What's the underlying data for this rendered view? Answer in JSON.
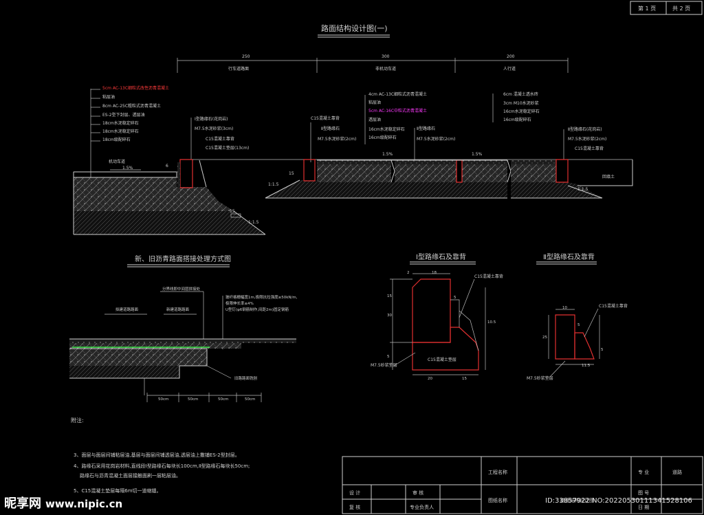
{
  "sheet": {
    "page_label": "第 1 页",
    "total_label": "共 2 页"
  },
  "main_title": "路面结构设计图(一)",
  "top_dims": {
    "d1": "250",
    "d2": "300",
    "d3": "200"
  },
  "zones": {
    "z1": "行车道路面",
    "z2": "非机动车道",
    "z3": "人行道"
  },
  "left_layers": {
    "l0": "5cm AC-13C细粒式改性沥青混凝土",
    "l1": "粘层油",
    "l2": "8cm AC-25C粗粒式沥青混凝土",
    "l3": "ES-2型下封层、透层油",
    "l4": "18cm水泥稳定碎石",
    "l5": "18cm水泥稳定碎石",
    "l6": "18cm级配碎石"
  },
  "left_curb": {
    "c0": "Ⅰ型路缘石(花岗岩)",
    "c1": "M7.5水泥砂浆(3cm)",
    "c2": "C15混凝土靠背",
    "c3": "C15混凝土垫层(13cm)"
  },
  "left_labels": {
    "slope_name": "机动车道",
    "slope": "1.5%",
    "dim6": "6",
    "dim15": "15",
    "ratio": "1:1.5"
  },
  "mid_layers": {
    "m0": "4cm AC-13C细粒式沥青混凝土",
    "m1": "粘层油",
    "m2": "5cm AC-16C中粒式沥青混凝土",
    "m3": "透层油",
    "m4": "16cm水泥稳定碎石",
    "m5": "16cm级配碎石"
  },
  "mid_curb": {
    "c0": "C15混凝土靠背",
    "c1": "Ⅱ型路缘石",
    "c2": "M7.5水泥砂浆(2cm)",
    "c3": "Ⅱ型路缘石",
    "c4": "M7.5水泥砂浆(2cm)"
  },
  "mid_labels": {
    "slope": "1.5%",
    "slope2": "1.5%",
    "dim15": "15",
    "ratio": "1:1.5"
  },
  "right_layers": {
    "r0": "6cm 混凝土透水砖",
    "r1": "3cm M10水泥砂浆",
    "r2": "16cm水泥稳定碎石",
    "r3": "16cm级配碎石"
  },
  "right_curb": {
    "c0": "Ⅱ型路缘石(花岗岩)",
    "c1": "M7.5水泥砂浆(2cm)",
    "c2": "C15混凝土靠背"
  },
  "right_labels": {
    "ground": "回填土",
    "ratio": "1:1.5"
  },
  "joint": {
    "title": "新、旧沥青路面搭接处理方式图",
    "note_top": "分界线即中间层拼接处",
    "old_road": "拟建道路路面",
    "new_road": "新建道路路面",
    "spec1": "玻纤格栅幅宽1m,极限抗拉强度≥50kN/m,",
    "spec2": "极限伸长率≤4%",
    "spec3": "U型钉(φ6钢筋制作,间距2m)固定钢筋",
    "bottom_note": "旧路路面铣刨",
    "dim": "50cm"
  },
  "curb1": {
    "title": "Ⅰ型路缘石及靠背",
    "concrete": "C15混凝土靠背",
    "mortar": "M7.5砂浆垫层",
    "base": "C15混凝土垫层",
    "d_top1": "2",
    "d_top2": "18",
    "d5": "5",
    "d30": "30",
    "d15": "15",
    "d5b": "5",
    "d105": "10.5",
    "d20": "20",
    "d15b": "15"
  },
  "curb2": {
    "title": "Ⅱ型路缘石及靠背",
    "concrete": "C15混凝土靠背",
    "mortar": "M7.5砂浆垫层",
    "d10": "10",
    "d5": "5",
    "d25": "25",
    "d115": "11.5",
    "d5b": "5"
  },
  "notes": {
    "head": "附注:",
    "n3": "3、面层与面层间铺粘层油,基层与面层间铺透层油,透层油上撒铺ES-2型封层。",
    "n4a": "4、路缘石采用花岗岩材料,直线段Ⅰ型路缘石每块长100cm,Ⅱ型路缘石每块长50cm;",
    "n4b": "路缘石与沥青混凝土面层接触面刷一层粘层油。",
    "n5": "5、C15混凝土垫层每隔6m切一道缩缝。"
  },
  "title_block": {
    "project_label": "工程名称",
    "project_value": "",
    "major_label": "专 业",
    "major_value": "道路",
    "design": "设 计",
    "review": "审 核",
    "drawing_label": "图纸名称",
    "drawing_value": "路面结构设计图",
    "draw_no": "图 号",
    "check": "复 核",
    "lead": "专业负责人",
    "date": "日 期"
  },
  "watermark": {
    "logo": "昵享网",
    "url": "www.nipic.cn",
    "id": "ID:33857922 NO:20220530111341528106"
  }
}
